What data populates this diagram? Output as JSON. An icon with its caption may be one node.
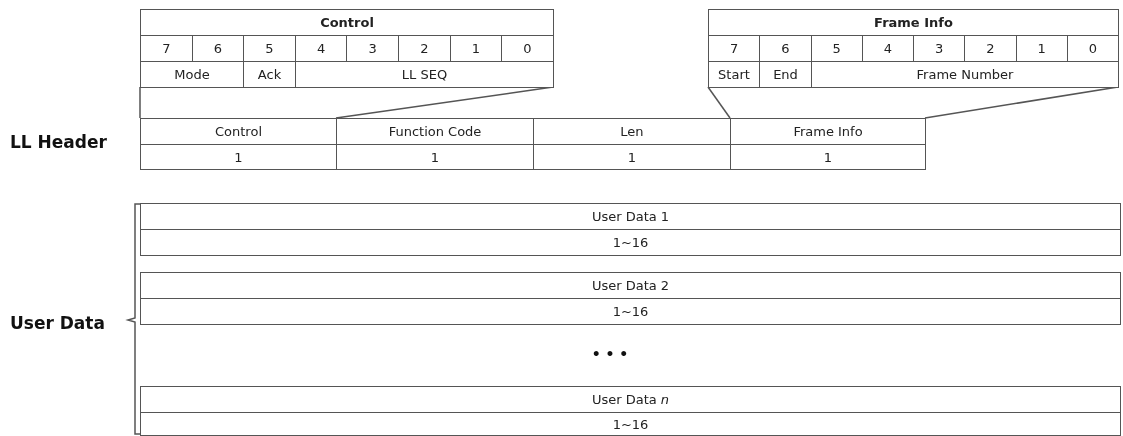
{
  "diagram": {
    "nodes": [
      {
        "text": [
          "Mode"
        ]
      },
      {
        "text": [
          "LL SEQ"
        ]
      },
      {
        "text": [
          "Start"
        ]
      },
      {
        "text": [
          "Frame Number"
        ]
      },
      {
        "text": [
          "Control"
        ]
      },
      {
        "text": [
          "Frame Info"
        ]
      }
    ],
    "edges": [
      {
        "from": 0,
        "to": 4,
        "arrow": "none"
      },
      {
        "from": 1,
        "to": 4,
        "arrow": "none"
      },
      {
        "from": 2,
        "to": 5,
        "arrow": "none"
      },
      {
        "from": 3,
        "to": 5,
        "arrow": "none"
      }
    ],
    "labels": [
      "Control",
      "7",
      "6",
      "5",
      "4",
      "3",
      "2",
      "1",
      "0",
      "Ack",
      "Frame Info",
      "7",
      "6",
      "5",
      "4",
      "3",
      "2",
      "1",
      "0",
      "End",
      "LL Header",
      "Function Code",
      "Len",
      "1",
      "1",
      "1",
      "1",
      "User Data",
      "User Data 1",
      "1~16",
      "User Data 2",
      "1~16",
      "• • •",
      "User Data *n*",
      "1~16"
    ]
  }
}
